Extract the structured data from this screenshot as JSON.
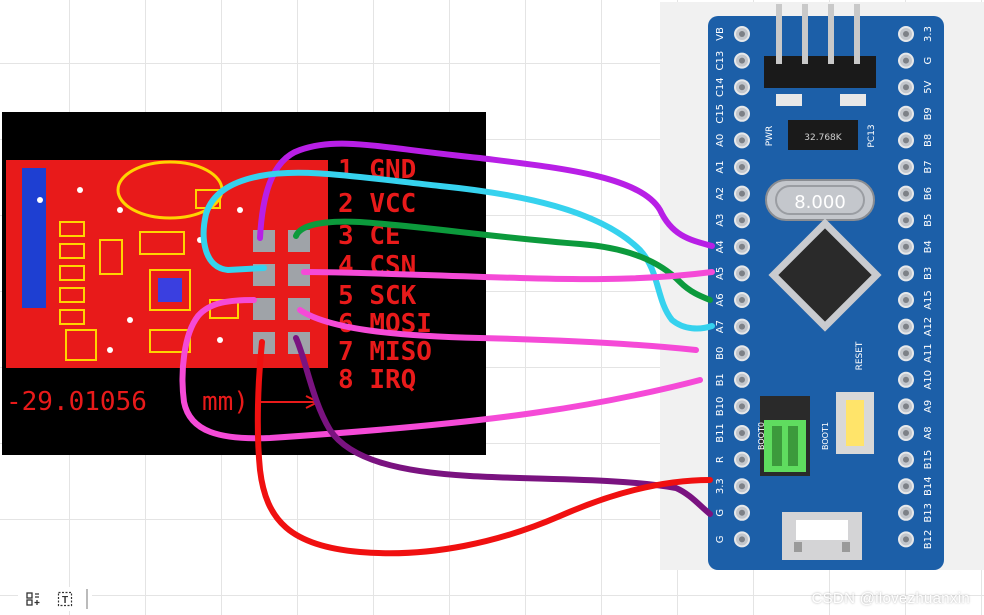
{
  "module": {
    "pins": [
      {
        "num": "1",
        "name": "GND"
      },
      {
        "num": "2",
        "name": "VCC"
      },
      {
        "num": "3",
        "name": "CE"
      },
      {
        "num": "4",
        "name": "CSN"
      },
      {
        "num": "5",
        "name": "SCK"
      },
      {
        "num": "6",
        "name": "MOSI"
      },
      {
        "num": "7",
        "name": "MISO"
      },
      {
        "num": "8",
        "name": "IRQ"
      }
    ],
    "dimension_text": "-29.01056",
    "dimension_unit": "mm)"
  },
  "board": {
    "left_pins": [
      "VB",
      "C13",
      "C14",
      "C15",
      "A0",
      "A1",
      "A2",
      "A3",
      "A4",
      "A5",
      "A6",
      "A7",
      "B0",
      "B1",
      "B10",
      "B11",
      "R",
      "3.3",
      "G",
      "G"
    ],
    "right_pins": [
      "3.3",
      "G",
      "5V",
      "B9",
      "B8",
      "B7",
      "B6",
      "B5",
      "B4",
      "B3",
      "A15",
      "A12",
      "A11",
      "A10",
      "A9",
      "A8",
      "B15",
      "B14",
      "B13",
      "B12"
    ],
    "crystal_text": "8.000",
    "small_crystal_text": "32.768K",
    "labels": {
      "pwr": "PWR",
      "pc13": "PC13",
      "reset": "RESET",
      "boot0": "BOOT0",
      "boot1": "BOOT1"
    }
  },
  "wires": [
    {
      "from": "GND",
      "to": "A4",
      "color": "#b81fe6"
    },
    {
      "from": "VCC",
      "to": "A7",
      "color": "#36d2ee"
    },
    {
      "from": "CE",
      "to": "A6",
      "color": "#0c9a3c"
    },
    {
      "from": "CSN",
      "to": "A5",
      "color": "#f54ad7"
    },
    {
      "from": "SCK",
      "to": "B1",
      "color": "#f54ad7"
    },
    {
      "from": "MOSI",
      "to": "B0",
      "color": "#f54ad7"
    },
    {
      "from": "MISO",
      "to": "G",
      "color": "#7a1380"
    },
    {
      "from": "IRQ",
      "to": "3.3",
      "color": "#f01010"
    }
  ],
  "watermark": "CSDN @ilovezhuanxin",
  "toolbar": {
    "text_tool_label": "T"
  }
}
